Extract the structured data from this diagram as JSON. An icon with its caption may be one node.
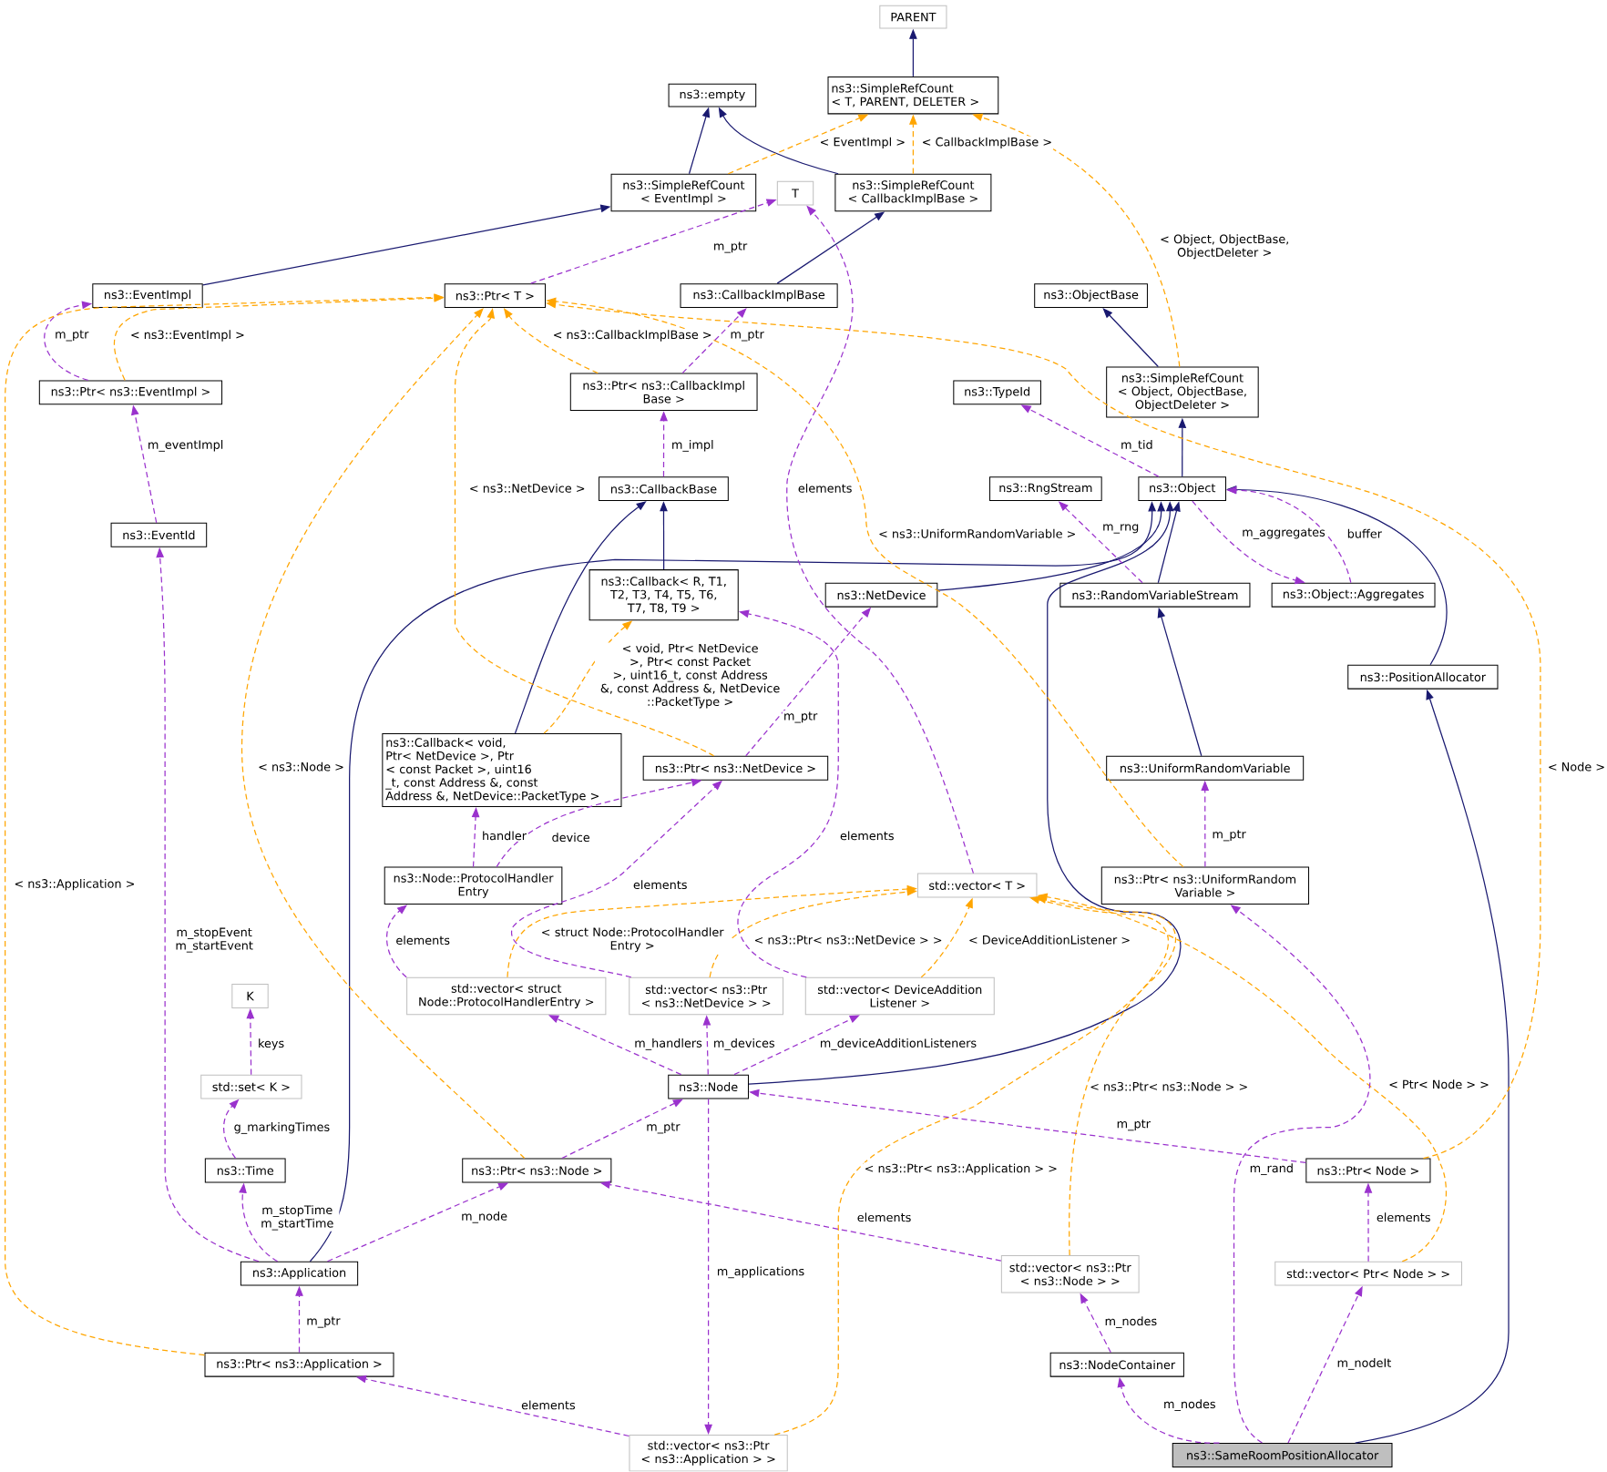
{
  "diagram": {
    "nodes": [
      {
        "text": [
          "PARENT"
        ]
      },
      {
        "text": [
          "ns3::SimpleRefCount < T, PARENT, DELETER >"
        ]
      },
      {
        "text": [
          "ns3::empty"
        ]
      },
      {
        "text": [
          "ns3::SimpleRefCount < EventImpl >"
        ]
      },
      {
        "text": [
          "T"
        ]
      },
      {
        "text": [
          "ns3::SimpleRefCount < CallbackImplBase >"
        ]
      },
      {
        "text": [
          "ns3::EventImpl"
        ]
      },
      {
        "text": [
          "ns3::Ptr< T >"
        ]
      },
      {
        "text": [
          "ns3::CallbackImplBase"
        ]
      },
      {
        "text": [
          "ns3::ObjectBase"
        ]
      },
      {
        "text": [
          "ns3::Ptr< ns3::EventImpl >"
        ]
      },
      {
        "text": [
          "ns3::Ptr< ns3::CallbackImpl Base >"
        ]
      },
      {
        "text": [
          "ns3::SimpleRefCount < Object, ObjectBase, ObjectDeleter >"
        ]
      },
      {
        "text": [
          "ns3::TypeId"
        ]
      },
      {
        "text": [
          "ns3::EventId"
        ]
      },
      {
        "text": [
          "ns3::CallbackBase"
        ]
      },
      {
        "text": [
          "ns3::RngStream"
        ]
      },
      {
        "text": [
          "ns3::Object"
        ]
      },
      {
        "text": [
          "ns3::Callback< R, T1, T2, T3, T4, T5, T6, T7, T8, T9 >"
        ]
      },
      {
        "text": [
          "ns3::NetDevice"
        ]
      },
      {
        "text": [
          "ns3::RandomVariableStream"
        ]
      },
      {
        "text": [
          "ns3::Object::Aggregates"
        ]
      },
      {
        "text": [
          "ns3::PositionAllocator"
        ]
      },
      {
        "text": [
          "ns3::Callback< void, Ptr< NetDevice >, Ptr < const Packet >, uint16 _t, const Address &, const Address &, NetDevice::PacketType >"
        ]
      },
      {
        "text": [
          "ns3::Ptr< ns3::NetDevice >"
        ]
      },
      {
        "text": [
          "ns3::UniformRandomVariable"
        ]
      },
      {
        "text": [
          "ns3::Node::ProtocolHandler Entry"
        ]
      },
      {
        "text": [
          "std::vector< T >"
        ]
      },
      {
        "text": [
          "ns3::Ptr< ns3::UniformRandom Variable >"
        ]
      },
      {
        "text": [
          "K"
        ]
      },
      {
        "text": [
          "std::vector< struct Node::ProtocolHandlerEntry >"
        ]
      },
      {
        "text": [
          "std::vector< ns3::Ptr < ns3::NetDevice > >"
        ]
      },
      {
        "text": [
          "std::vector< DeviceAddition Listener >"
        ]
      },
      {
        "text": [
          "std::set< K >"
        ]
      },
      {
        "text": [
          "ns3::Node"
        ]
      },
      {
        "text": [
          "ns3::Time"
        ]
      },
      {
        "text": [
          "ns3::Ptr< ns3::Node >"
        ]
      },
      {
        "text": [
          "ns3::Ptr< Node >"
        ]
      },
      {
        "text": [
          "ns3::Application"
        ]
      },
      {
        "text": [
          "std::vector< ns3::Ptr < ns3::Node > >"
        ]
      },
      {
        "text": [
          "std::vector< Ptr< Node > >"
        ]
      },
      {
        "text": [
          "ns3::Ptr< ns3::Application >"
        ]
      },
      {
        "text": [
          "ns3::NodeContainer"
        ]
      },
      {
        "text": [
          "std::vector< ns3::Ptr < ns3::Application > >"
        ]
      },
      {
        "text": [
          "ns3::SameRoomPositionAllocator"
        ]
      }
    ],
    "edges": [
      {
        "from": 1,
        "to": 0,
        "arrow": "to",
        "color": "#191970"
      },
      {
        "from": 3,
        "to": 2,
        "arrow": "to",
        "color": "#191970"
      },
      {
        "from": 5,
        "to": 2,
        "arrow": "to",
        "color": "#191970"
      },
      {
        "from": 6,
        "to": 3,
        "arrow": "to",
        "color": "#191970"
      },
      {
        "from": 8,
        "to": 5,
        "arrow": "to",
        "color": "#191970"
      },
      {
        "from": 12,
        "to": 9,
        "arrow": "to",
        "color": "#191970"
      },
      {
        "from": 17,
        "to": 12,
        "arrow": "to",
        "color": "#191970"
      },
      {
        "from": 18,
        "to": 15,
        "arrow": "to",
        "color": "#191970"
      },
      {
        "from": 23,
        "to": 15,
        "arrow": "to",
        "color": "#191970"
      },
      {
        "from": 19,
        "to": 17,
        "arrow": "to",
        "color": "#191970"
      },
      {
        "from": 20,
        "to": 17,
        "arrow": "to",
        "color": "#191970"
      },
      {
        "from": 22,
        "to": 17,
        "arrow": "to",
        "color": "#191970"
      },
      {
        "from": 38,
        "to": 17,
        "arrow": "to",
        "color": "#191970"
      },
      {
        "from": 34,
        "to": 17,
        "arrow": "to",
        "color": "#191970"
      },
      {
        "from": 25,
        "to": 20,
        "arrow": "to",
        "color": "#191970"
      },
      {
        "from": 44,
        "to": 22,
        "arrow": "to",
        "color": "#191970"
      },
      {
        "from": 3,
        "to": 1,
        "arrow": "to",
        "label": "< EventImpl >",
        "style": "dashed",
        "color": "#ffa500"
      },
      {
        "from": 5,
        "to": 1,
        "arrow": "to",
        "label": "< CallbackImplBase >",
        "style": "dashed",
        "color": "#ffa500"
      },
      {
        "from": 12,
        "to": 1,
        "arrow": "to",
        "label": "< Object, ObjectBase, ObjectDeleter >",
        "style": "dashed",
        "color": "#ffa500"
      },
      {
        "from": 10,
        "to": 7,
        "arrow": "to",
        "label": "< ns3::EventImpl >",
        "style": "dashed",
        "color": "#ffa500"
      },
      {
        "from": 11,
        "to": 7,
        "arrow": "to",
        "label": "< ns3::CallbackImplBase >",
        "style": "dashed",
        "color": "#ffa500"
      },
      {
        "from": 24,
        "to": 7,
        "arrow": "to",
        "label": "< ns3::NetDevice >",
        "style": "dashed",
        "color": "#ffa500"
      },
      {
        "from": 36,
        "to": 7,
        "arrow": "to",
        "label": "< ns3::Node >",
        "style": "dashed",
        "color": "#ffa500"
      },
      {
        "from": 41,
        "to": 7,
        "arrow": "to",
        "label": "< ns3::Application >",
        "style": "dashed",
        "color": "#ffa500"
      },
      {
        "from": 28,
        "to": 7,
        "arrow": "to",
        "label": "< ns3::UniformRandomVariable >",
        "style": "dashed",
        "color": "#ffa500"
      },
      {
        "from": 37,
        "to": 7,
        "arrow": "to",
        "label": "< Node >",
        "style": "dashed",
        "color": "#ffa500"
      },
      {
        "from": 23,
        "to": 18,
        "arrow": "to",
        "label": "< void, Ptr< NetDevice >, Ptr< const Packet >, uint16_t, const Address &, const Address &, NetDevice ::PacketType >",
        "style": "dashed",
        "color": "#ffa500"
      },
      {
        "from": 30,
        "to": 27,
        "arrow": "to",
        "label": "< struct Node::ProtocolHandler Entry >",
        "style": "dashed",
        "color": "#ffa500"
      },
      {
        "from": 31,
        "to": 27,
        "arrow": "to",
        "label": "< ns3::Ptr< ns3::NetDevice > >",
        "style": "dashed",
        "color": "#ffa500"
      },
      {
        "from": 32,
        "to": 27,
        "arrow": "to",
        "label": "< DeviceAdditionListener >",
        "style": "dashed",
        "color": "#ffa500"
      },
      {
        "from": 39,
        "to": 27,
        "arrow": "to",
        "label": "< ns3::Ptr< ns3::Node > >",
        "style": "dashed",
        "color": "#ffa500"
      },
      {
        "from": 43,
        "to": 27,
        "arrow": "to",
        "label": "< ns3::Ptr< ns3::Application > >",
        "style": "dashed",
        "color": "#ffa500"
      },
      {
        "from": 40,
        "to": 27,
        "arrow": "to",
        "label": "< Ptr< Node > >",
        "style": "dashed",
        "color": "#ffa500"
      },
      {
        "from": 7,
        "to": 4,
        "arrow": "to",
        "label": "m_ptr",
        "style": "dashed"
      },
      {
        "from": 10,
        "to": 6,
        "arrow": "to",
        "label": "m_ptr",
        "style": "dashed"
      },
      {
        "from": 11,
        "to": 8,
        "arrow": "to",
        "label": "m_ptr",
        "style": "dashed"
      },
      {
        "from": 15,
        "to": 11,
        "arrow": "to",
        "label": "m_impl",
        "style": "dashed"
      },
      {
        "from": 14,
        "to": 10,
        "arrow": "to",
        "label": "m_eventImpl",
        "style": "dashed"
      },
      {
        "from": 17,
        "to": 13,
        "arrow": "to",
        "label": "m_tid",
        "style": "dashed"
      },
      {
        "from": 20,
        "to": 16,
        "arrow": "to",
        "label": "m_rng",
        "style": "dashed"
      },
      {
        "from": 17,
        "to": 21,
        "arrow": "to",
        "label": "m_aggregates",
        "style": "dashed"
      },
      {
        "from": 21,
        "to": 17,
        "arrow": "to",
        "label": "buffer",
        "style": "dashed"
      },
      {
        "from": 27,
        "to": 4,
        "arrow": "to",
        "label": "elements",
        "style": "dashed"
      },
      {
        "from": 32,
        "to": 18,
        "arrow": "to",
        "label": "elements",
        "style": "dashed"
      },
      {
        "from": 31,
        "to": 24,
        "arrow": "to",
        "label": "elements",
        "style": "dashed"
      },
      {
        "from": 30,
        "to": 26,
        "arrow": "to",
        "label": "elements",
        "style": "dashed"
      },
      {
        "from": 26,
        "to": 23,
        "arrow": "to",
        "label": "handler",
        "style": "dashed"
      },
      {
        "from": 26,
        "to": 24,
        "arrow": "to",
        "label": "device",
        "style": "dashed"
      },
      {
        "from": 24,
        "to": 19,
        "arrow": "to",
        "label": "m_ptr",
        "style": "dashed"
      },
      {
        "from": 28,
        "to": 25,
        "arrow": "to",
        "label": "m_ptr",
        "style": "dashed"
      },
      {
        "from": 44,
        "to": 28,
        "arrow": "to",
        "label": "m_rand",
        "style": "dashed"
      },
      {
        "from": 33,
        "to": 29,
        "arrow": "to",
        "label": "keys",
        "style": "dashed"
      },
      {
        "from": 35,
        "to": 33,
        "arrow": "to",
        "label": "g_markingTimes",
        "style": "dashed"
      },
      {
        "from": 38,
        "to": 35,
        "arrow": "to",
        "label": "m_stopTime m_startTime",
        "style": "dashed"
      },
      {
        "from": 38,
        "to": 14,
        "arrow": "to",
        "label": "m_stopEvent m_startEvent",
        "style": "dashed"
      },
      {
        "from": 38,
        "to": 36,
        "arrow": "to",
        "label": "m_node",
        "style": "dashed"
      },
      {
        "from": 41,
        "to": 38,
        "arrow": "to",
        "label": "m_ptr",
        "style": "dashed"
      },
      {
        "from": 43,
        "to": 41,
        "arrow": "to",
        "label": "elements",
        "style": "dashed"
      },
      {
        "from": 36,
        "to": 34,
        "arrow": "to",
        "label": "m_ptr",
        "style": "dashed"
      },
      {
        "from": 37,
        "to": 34,
        "arrow": "to",
        "label": "m_ptr",
        "style": "dashed"
      },
      {
        "from": 34,
        "to": 30,
        "arrow": "to",
        "label": "m_handlers",
        "style": "dashed"
      },
      {
        "from": 34,
        "to": 31,
        "arrow": "to",
        "label": "m_devices",
        "style": "dashed"
      },
      {
        "from": 34,
        "to": 32,
        "arrow": "to",
        "label": "m_deviceAdditionListeners",
        "style": "dashed"
      },
      {
        "from": 34,
        "to": 43,
        "arrow": "to",
        "label": "m_applications",
        "style": "dashed"
      },
      {
        "from": 39,
        "to": 36,
        "arrow": "to",
        "label": "elements",
        "style": "dashed"
      },
      {
        "from": 42,
        "to": 39,
        "arrow": "to",
        "label": "m_nodes",
        "style": "dashed"
      },
      {
        "from": 44,
        "to": 42,
        "arrow": "to",
        "label": "m_nodes",
        "style": "dashed"
      },
      {
        "from": 40,
        "to": 37,
        "arrow": "to",
        "label": "elements",
        "style": "dashed"
      },
      {
        "from": 44,
        "to": 40,
        "arrow": "to",
        "label": "m_nodeIt",
        "style": "dashed"
      }
    ]
  }
}
